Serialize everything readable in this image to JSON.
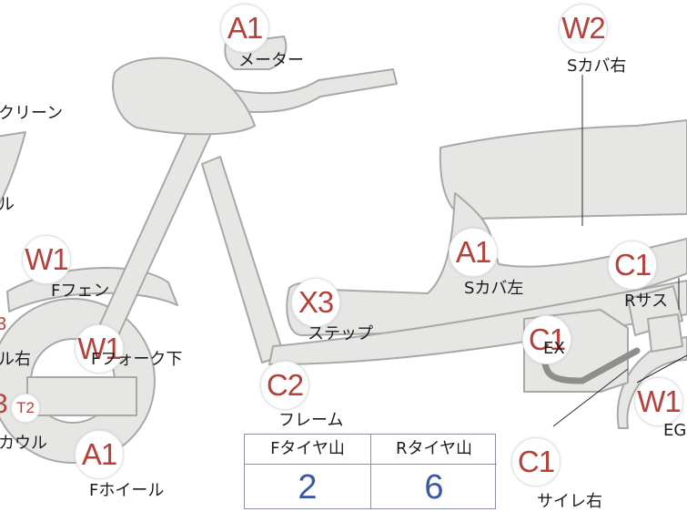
{
  "labels": {
    "meter": "メーター",
    "screen": "クリーン",
    "lower_left": "ル",
    "f_fender": "Fフェン",
    "r_side": "ル右",
    "f_fork": "Fフォーク下",
    "cowl": "カウル",
    "f_wheel": "Fホイール",
    "step": "ステップ",
    "frame": "フレーム",
    "s_cover_left": "Sカバ左",
    "s_cover_right": "Sカバ右",
    "ex": "EX",
    "r_sus": "Rサス",
    "eg": "EG",
    "muffler_right": "サイレ右"
  },
  "badges": {
    "meter": "A1",
    "s_cover_right": "W2",
    "f_fender": "W1",
    "s_cover_left": "A1",
    "r_sus": "C1",
    "step": "X3",
    "f_fork": "W1",
    "ex": "C1",
    "frame": "C2",
    "eg": "W1",
    "f_wheel": "A1",
    "muffler_right": "C1",
    "cowl_small": "T2"
  },
  "fragments": {
    "left_3": "3",
    "left_b": "3"
  },
  "tire_table": {
    "front_header": "Fタイヤ山",
    "rear_header": "Rタイヤ山",
    "front_value": "2",
    "rear_value": "6"
  },
  "colors": {
    "part_fill": "#e6e6e4",
    "part_stroke": "#a8a8a6",
    "badge_text": "#b5413a",
    "value_text": "#3a5aa0"
  }
}
